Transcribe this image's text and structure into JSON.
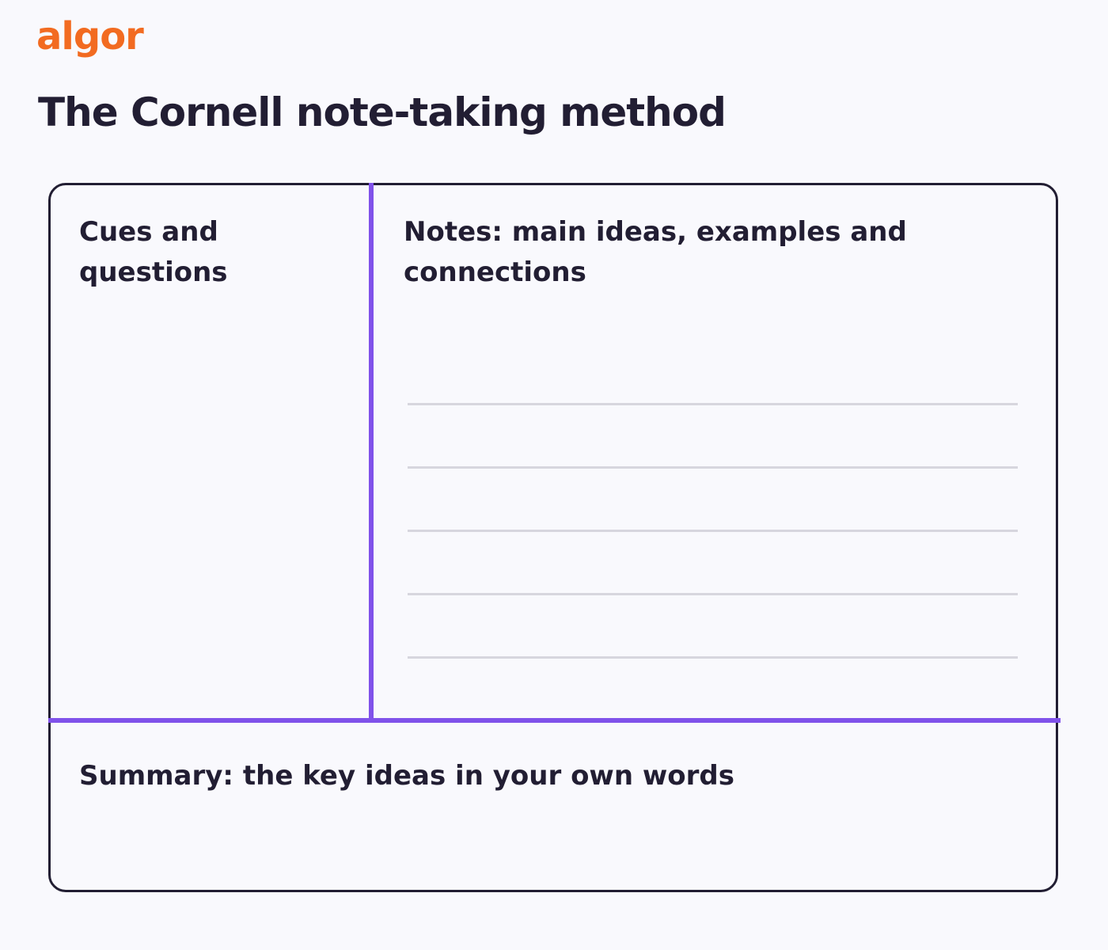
{
  "brand": {
    "logo_text": "algor",
    "accent_color": "#f26b21"
  },
  "title": "The Cornell note-taking method",
  "sections": {
    "cues": "Cues and questions",
    "notes": "Notes: main ideas, examples and connections",
    "summary": "Summary: the key ideas in your own words"
  },
  "colors": {
    "divider": "#8052ea",
    "text": "#221e33",
    "ruled_line": "#d7d6de",
    "background": "#f9f9fd"
  }
}
